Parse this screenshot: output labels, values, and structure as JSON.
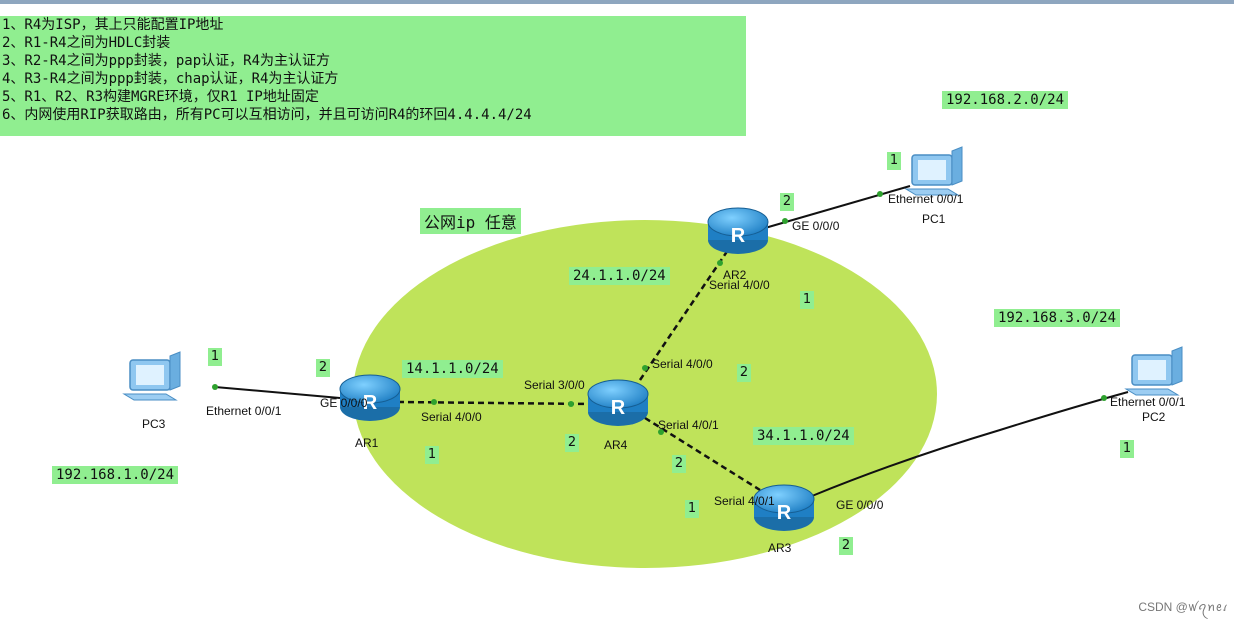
{
  "notes": [
    "1、R4为ISP，其上只能配置IP地址",
    "2、R1-R4之间为HDLC封装",
    "3、R2-R4之间为ppp封装，pap认证，R4为主认证方",
    "4、R3-R4之间为ppp封装，chap认证，R4为主认证方",
    "5、R1、R2、R3构建MGRE环境，仅R1 IP地址固定",
    "6、内网使用RIP获取路由，所有PC可以互相访问，并且可访问R4的环回4.4.4.4/24"
  ],
  "public_label": "公网ip 任意",
  "devices": {
    "ar1": "AR1",
    "ar2": "AR2",
    "ar3": "AR3",
    "ar4": "AR4",
    "pc1": "PC1",
    "pc2": "PC2",
    "pc3": "PC3"
  },
  "subnets": {
    "lan1": "192.168.1.0/24",
    "lan2": "192.168.2.0/24",
    "lan3": "192.168.3.0/24",
    "link14": "14.1.1.0/24",
    "link24": "24.1.1.0/24",
    "link34": "34.1.1.0/24"
  },
  "interfaces": {
    "pc3_eth": "Ethernet 0/0/1",
    "ar1_ge": "GE 0/0/0",
    "ar1_serial": "Serial 4/0/0",
    "ar4_s300": "Serial 3/0/0",
    "ar4_s400": "Serial 4/0/0",
    "ar4_s401": "Serial 4/0/1",
    "ar2_serial": "Serial 4/0/0",
    "ar2_ge": "GE 0/0/0",
    "pc1_eth": "Ethernet 0/0/1",
    "ar3_serial": "Serial 4/0/1",
    "ar3_ge": "GE 0/0/0",
    "pc2_eth": "Ethernet 0/0/1"
  },
  "numbers": {
    "n_pc3": "1",
    "n_ar1_ge": "2",
    "n_ar1_s": "1",
    "n_ar4_s300": "2",
    "n_ar2_s": "1",
    "n_ar4_s400": "2",
    "n_ar4_s401": "2",
    "n_ar3_s": "1",
    "n_ar3_ge": "2",
    "n_pc2": "1",
    "n_ar2_ge": "2",
    "n_pc1": "1"
  },
  "colors": {
    "cloud": "#bfe35a",
    "tag_bg": "#90ee90",
    "router": "#2a8fd0",
    "link": "#111111"
  },
  "watermark": "CSDN @ꪝꪖꪀꫀꪹ"
}
